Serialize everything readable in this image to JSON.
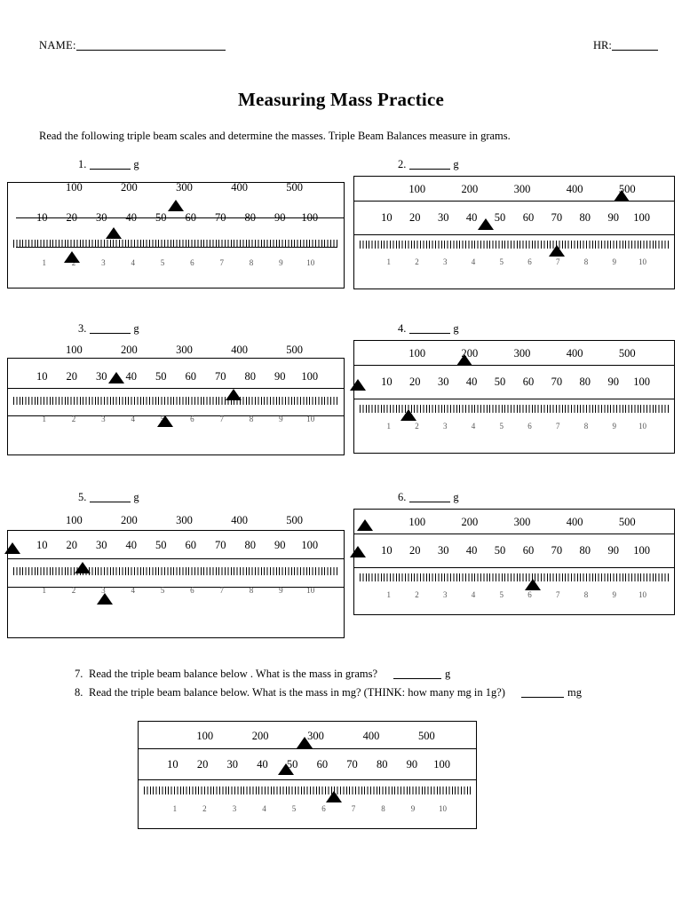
{
  "header": {
    "name_label": "NAME:",
    "hr_label": "HR:"
  },
  "title": "Measuring Mass Practice",
  "intro": "Read the following triple beam scales and determine the masses.  Triple Beam Balances measure in grams.",
  "unit_g": "g",
  "unit_mg": "mg",
  "scales": {
    "hundreds": [
      "100",
      "200",
      "300",
      "400",
      "500"
    ],
    "tens": [
      "10",
      "20",
      "30",
      "40",
      "50",
      "60",
      "70",
      "80",
      "90",
      "100"
    ],
    "ones": [
      "1",
      "2",
      "3",
      "4",
      "5",
      "6",
      "7",
      "8",
      "9",
      "10"
    ]
  },
  "balances": [
    {
      "number": "1.",
      "answer": "",
      "pointers": {
        "hundreds": null,
        "tens": 55,
        "fine": 3.35,
        "ones": 1.95
      }
    },
    {
      "number": "2.",
      "answer": "",
      "pointers": {
        "hundreds": 490,
        "tens": 45,
        "fine": null,
        "ones": 6.95
      }
    },
    {
      "number": "3.",
      "answer": "",
      "pointers": {
        "hundreds": null,
        "tens": 35,
        "fine": 7.4,
        "ones": 5.1
      }
    },
    {
      "number": "4.",
      "answer": "",
      "pointers": {
        "hundreds": 190,
        "tens": 0,
        "fine": null,
        "ones": 1.7
      }
    },
    {
      "number": "5.",
      "answer": "",
      "pointers": {
        "hundreds": null,
        "tens": 0,
        "fine": 2.3,
        "ones": 3.05
      }
    },
    {
      "number": "6.",
      "answer": "",
      "pointers": {
        "hundreds": 0,
        "tens": 0,
        "fine": 6.1,
        "ones": null
      }
    }
  ],
  "questions": [
    {
      "number": "7.",
      "text": "Read the triple beam balance below .  What is the mass in grams?",
      "answer": "",
      "unit": "g"
    },
    {
      "number": "8.",
      "text": "Read the triple beam balance below.  What is the mass in mg? (THINK: how many mg in 1g?)",
      "answer": "",
      "unit": "mg"
    }
  ],
  "bottom_balance": {
    "pointers": {
      "hundreds": 280,
      "tens": 48,
      "fine": null,
      "ones": 6.35
    }
  }
}
